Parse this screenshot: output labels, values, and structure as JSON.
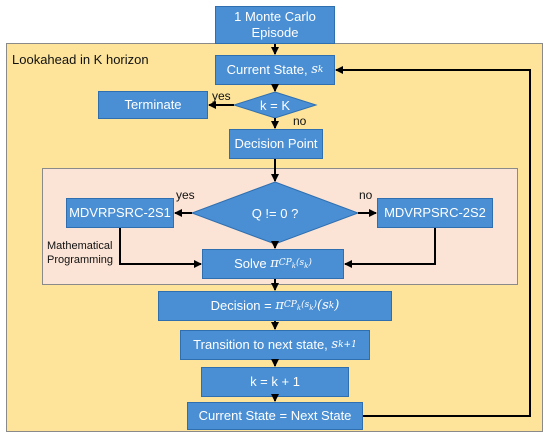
{
  "nodes": {
    "episode": {
      "line1": "1 Monte Carlo",
      "line2": "Episode"
    },
    "lookahead_label": "Lookahead in K horizon",
    "current_state": {
      "text": "Current State, ",
      "var": "s",
      "sub": "k"
    },
    "decision_k": "k = K",
    "terminate": "Terminate",
    "decision_point": "Decision Point",
    "decision_q": "Q != 0 ?",
    "mdvrp1": "MDVRPSRC-2S1",
    "mdvrp2": "MDVRPSRC-2S2",
    "solve": {
      "text": "Solve ",
      "pi": "π",
      "sub": "CP",
      "subsub": "k",
      "arg": "(s",
      "argsub": "k",
      "close": ")"
    },
    "decision": {
      "text": "Decision = ",
      "pi": "π",
      "sub": "CP",
      "subsub": "k",
      "arg": "(s",
      "argsub": "k",
      "close": ")",
      "tail": "(s",
      "tailsub": "k",
      "tailclose": ")"
    },
    "transition": {
      "text": "Transition to next state, ",
      "var": "s",
      "sub": "k+1"
    },
    "increment": "k = k + 1",
    "current_next": "Current State = Next State"
  },
  "labels": {
    "yes_terminate": "yes",
    "no_continue": "no",
    "yes_q": "yes",
    "no_q": "no",
    "math_prog_1": "Mathematical",
    "math_prog_2": "Programming"
  },
  "colors": {
    "box_fill": "#4a8fd4",
    "box_border": "#2f6fb0",
    "outer_fill": "#fde49a",
    "inner_fill": "#fbe3d5",
    "arrow": "#000000"
  }
}
